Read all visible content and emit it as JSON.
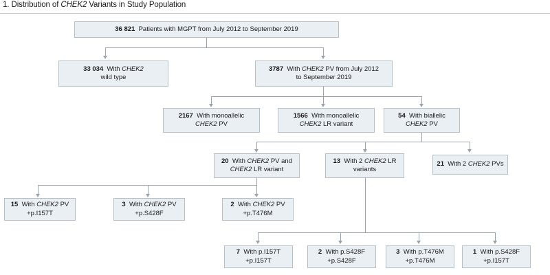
{
  "figure": {
    "title_prefix": "1. Distribution of ",
    "title_gene": "CHEK2",
    "title_suffix": " Variants in Study Population"
  },
  "chart_data": {
    "type": "diagram",
    "diagram_type": "flowchart",
    "title": "1. Distribution of CHEK2 Variants in Study Population",
    "nodes": [
      {
        "id": "n_total",
        "level": 1,
        "count": "36 821",
        "lines": [
          "Patients with MGPT from July 2012 to September 2019"
        ]
      },
      {
        "id": "n_wildtype",
        "level": 2,
        "count": "33 034",
        "lines": [
          "With CHEK2",
          "wild type"
        ]
      },
      {
        "id": "n_pv",
        "level": 2,
        "count": "3787",
        "lines": [
          "With CHEK2 PV from July 2012",
          "to September 2019"
        ]
      },
      {
        "id": "n_mono_pv",
        "level": 3,
        "count": "2167",
        "lines": [
          "With monoallelic",
          "CHEK2 PV"
        ]
      },
      {
        "id": "n_mono_lr",
        "level": 3,
        "count": "1566",
        "lines": [
          "With monoallelic",
          "CHEK2 LR variant"
        ]
      },
      {
        "id": "n_biallelic",
        "level": 3,
        "count": "54",
        "lines": [
          "With biallelic",
          "CHEK2 PV"
        ]
      },
      {
        "id": "n_pv_lr",
        "level": 4,
        "count": "20",
        "lines": [
          "With CHEK2 PV and",
          "CHEK2 LR variant"
        ]
      },
      {
        "id": "n_2lr",
        "level": 4,
        "count": "13",
        "lines": [
          "With 2 CHEK2 LR",
          "variants"
        ]
      },
      {
        "id": "n_2pv",
        "level": 4,
        "count": "21",
        "lines": [
          "With 2 CHEK2 PVs"
        ]
      },
      {
        "id": "n_pv_i157t",
        "level": 5,
        "count": "15",
        "lines": [
          "With CHEK2 PV",
          "+p.I157T"
        ]
      },
      {
        "id": "n_pv_s428f",
        "level": 5,
        "count": "3",
        "lines": [
          "With CHEK2 PV",
          "+p.S428F"
        ]
      },
      {
        "id": "n_pv_t476m",
        "level": 5,
        "count": "2",
        "lines": [
          "With CHEK2 PV",
          "+p.T476M"
        ]
      },
      {
        "id": "n_i157t_i157t",
        "level": 6,
        "count": "7",
        "lines": [
          "With p.I157T",
          "+p.I157T"
        ]
      },
      {
        "id": "n_s428f_s428f",
        "level": 6,
        "count": "2",
        "lines": [
          "With p.S428F",
          "+p.S428F"
        ]
      },
      {
        "id": "n_t476m_t476m",
        "level": 6,
        "count": "3",
        "lines": [
          "With p.T476M",
          "+p.T476M"
        ]
      },
      {
        "id": "n_s428f_i157t",
        "level": 6,
        "count": "1",
        "lines": [
          "With p.S428F",
          "+p.I157T"
        ]
      }
    ],
    "edges": [
      {
        "from": "n_total",
        "to": "n_wildtype"
      },
      {
        "from": "n_total",
        "to": "n_pv"
      },
      {
        "from": "n_pv",
        "to": "n_mono_pv"
      },
      {
        "from": "n_pv",
        "to": "n_mono_lr"
      },
      {
        "from": "n_pv",
        "to": "n_biallelic"
      },
      {
        "from": "n_biallelic",
        "to": "n_pv_lr"
      },
      {
        "from": "n_biallelic",
        "to": "n_2lr"
      },
      {
        "from": "n_biallelic",
        "to": "n_2pv"
      },
      {
        "from": "n_pv_lr",
        "to": "n_pv_i157t"
      },
      {
        "from": "n_pv_lr",
        "to": "n_pv_s428f"
      },
      {
        "from": "n_pv_lr",
        "to": "n_pv_t476m"
      },
      {
        "from": "n_2lr",
        "to": "n_i157t_i157t"
      },
      {
        "from": "n_2lr",
        "to": "n_s428f_s428f"
      },
      {
        "from": "n_2lr",
        "to": "n_t476m_t476m"
      },
      {
        "from": "n_2lr",
        "to": "n_s428f_i157t"
      }
    ],
    "colors": {
      "node_fill": "#eaeff4",
      "node_border": "#b6bec7",
      "connector": "#9aa3ad",
      "text": "#1a1a1a",
      "rule": "#c9c9c9"
    }
  },
  "nodes": {
    "n_total": {
      "count": "36 821",
      "l1": "Patients with MGPT from July 2012 to September 2019",
      "l2": ""
    },
    "n_wildtype": {
      "count": "33 034",
      "l1_pre": "With ",
      "l1_gene": "CHEK2",
      "l1_post": "",
      "l2": "wild type"
    },
    "n_pv": {
      "count": "3787",
      "l1_pre": "With ",
      "l1_gene": "CHEK2",
      "l1_post": " PV from July 2012",
      "l2": "to September 2019"
    },
    "n_mono_pv": {
      "count": "2167",
      "l1": "With monoallelic",
      "l2_gene": "CHEK2",
      "l2_post": " PV"
    },
    "n_mono_lr": {
      "count": "1566",
      "l1": "With monoallelic",
      "l2_gene": "CHEK2",
      "l2_post": " LR variant"
    },
    "n_biallelic": {
      "count": "54",
      "l1": "With biallelic",
      "l2_gene": "CHEK2",
      "l2_post": " PV"
    },
    "n_pv_lr": {
      "count": "20",
      "l1_pre": "With ",
      "l1_gene": "CHEK2",
      "l1_post": " PV and",
      "l2_gene": "CHEK2",
      "l2_post": " LR variant"
    },
    "n_2lr": {
      "count": "13",
      "l1_pre": "With 2 ",
      "l1_gene": "CHEK2",
      "l1_post": " LR",
      "l2": "variants"
    },
    "n_2pv": {
      "count": "21",
      "l1_pre": "With 2 ",
      "l1_gene": "CHEK2",
      "l1_post": " PVs"
    },
    "n_pv_i157t": {
      "count": "15",
      "l1_pre": "With ",
      "l1_gene": "CHEK2",
      "l1_post": " PV",
      "l2": "+p.I157T"
    },
    "n_pv_s428f": {
      "count": "3",
      "l1_pre": "With ",
      "l1_gene": "CHEK2",
      "l1_post": " PV",
      "l2": "+p.S428F"
    },
    "n_pv_t476m": {
      "count": "2",
      "l1_pre": "With ",
      "l1_gene": "CHEK2",
      "l1_post": " PV",
      "l2": "+p.T476M"
    },
    "n_i157t_i157t": {
      "count": "7",
      "l1": "With p.I157T",
      "l2": "+p.I157T"
    },
    "n_s428f_s428f": {
      "count": "2",
      "l1": "With p.S428F",
      "l2": "+p.S428F"
    },
    "n_t476m_t476m": {
      "count": "3",
      "l1": "With p.T476M",
      "l2": "+p.T476M"
    },
    "n_s428f_i157t": {
      "count": "1",
      "l1": "With p.S428F",
      "l2": "+p.I157T"
    }
  }
}
